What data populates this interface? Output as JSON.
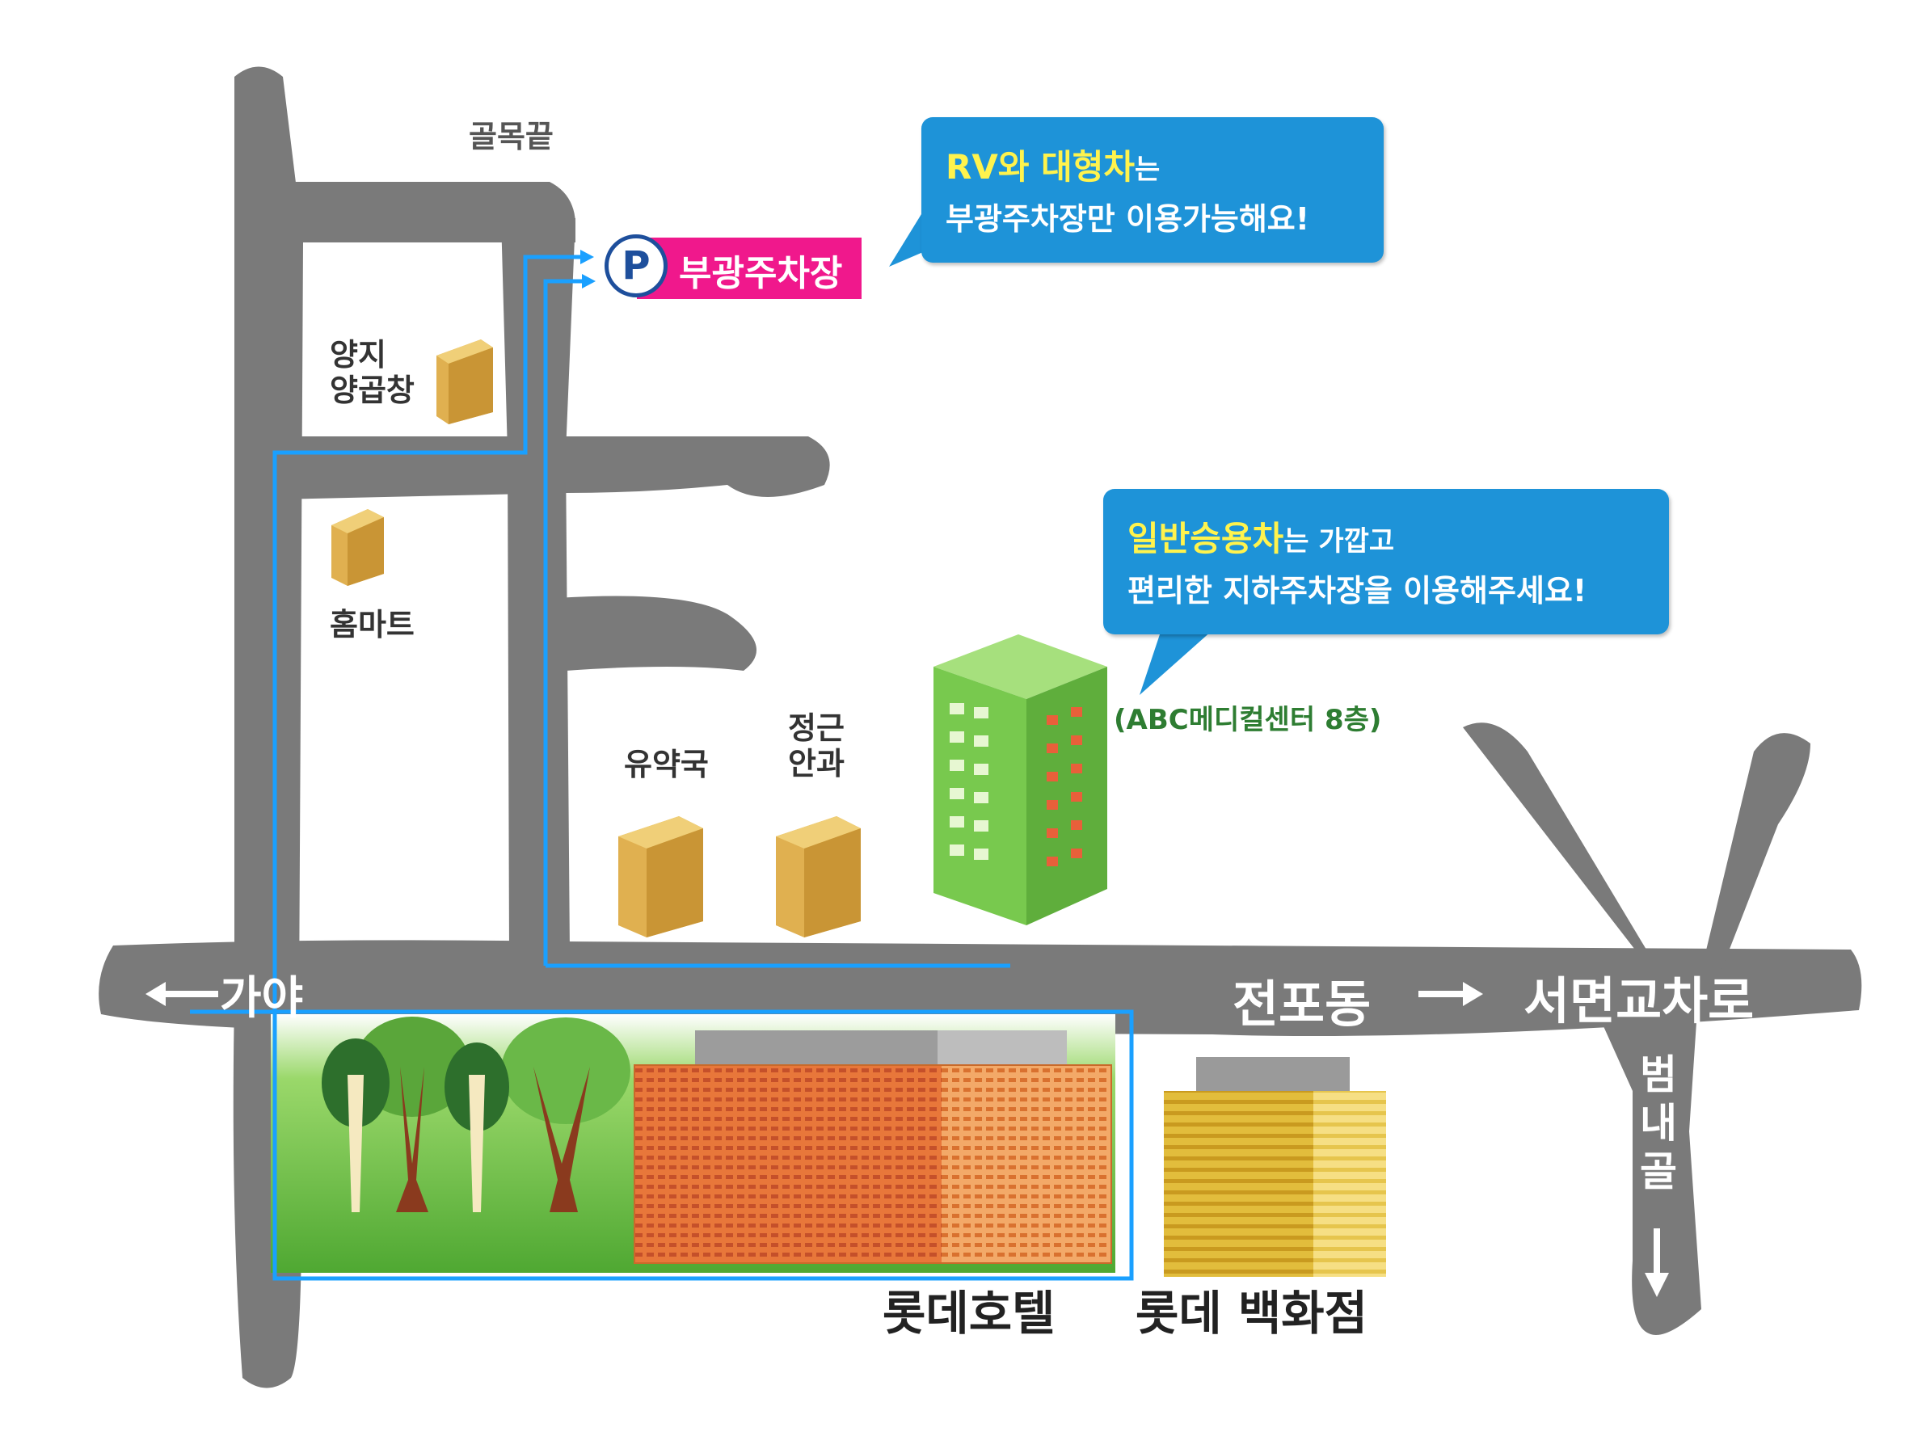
{
  "parking": {
    "icon_letter": "P",
    "label": "부광주차장"
  },
  "bubbles": {
    "rv": {
      "highlight": "RV와 대형차",
      "suffix": "는",
      "line2": "부광주차장만 이용가능해요!"
    },
    "car": {
      "highlight": "일반승용차",
      "suffix": "는 가깝고",
      "line2": "편리한 지하주차장을 이용해주세요!"
    }
  },
  "places": {
    "alley_end": "골목끝",
    "yangji_1": "양지",
    "yangji_2": "양곱창",
    "homemart": "홈마트",
    "pharmacy": "유약국",
    "eye_1": "정근",
    "eye_2": "안과",
    "medical_center": "(ABC메디컬센터 8층)",
    "lotte_hotel": "롯데호텔",
    "lotte_dept": "롯데 백화점"
  },
  "roads": {
    "gaya": "가야",
    "jeonpo": "전포동",
    "seomyeon": "서면교차로",
    "beomnae": "범내골"
  },
  "colors": {
    "road": "#7a7a7a",
    "route": "#1aa0ff",
    "parking_pink": "#f0188c",
    "bubble_blue": "#1e93d8",
    "bubble_highlight": "#fff34d",
    "building_tan": "#e0b050",
    "medical_green": "#7fcf5a",
    "hotel_orange": "#e8773a",
    "dept_yellow": "#f2d35c",
    "grass_green": "#5fbf3a"
  }
}
